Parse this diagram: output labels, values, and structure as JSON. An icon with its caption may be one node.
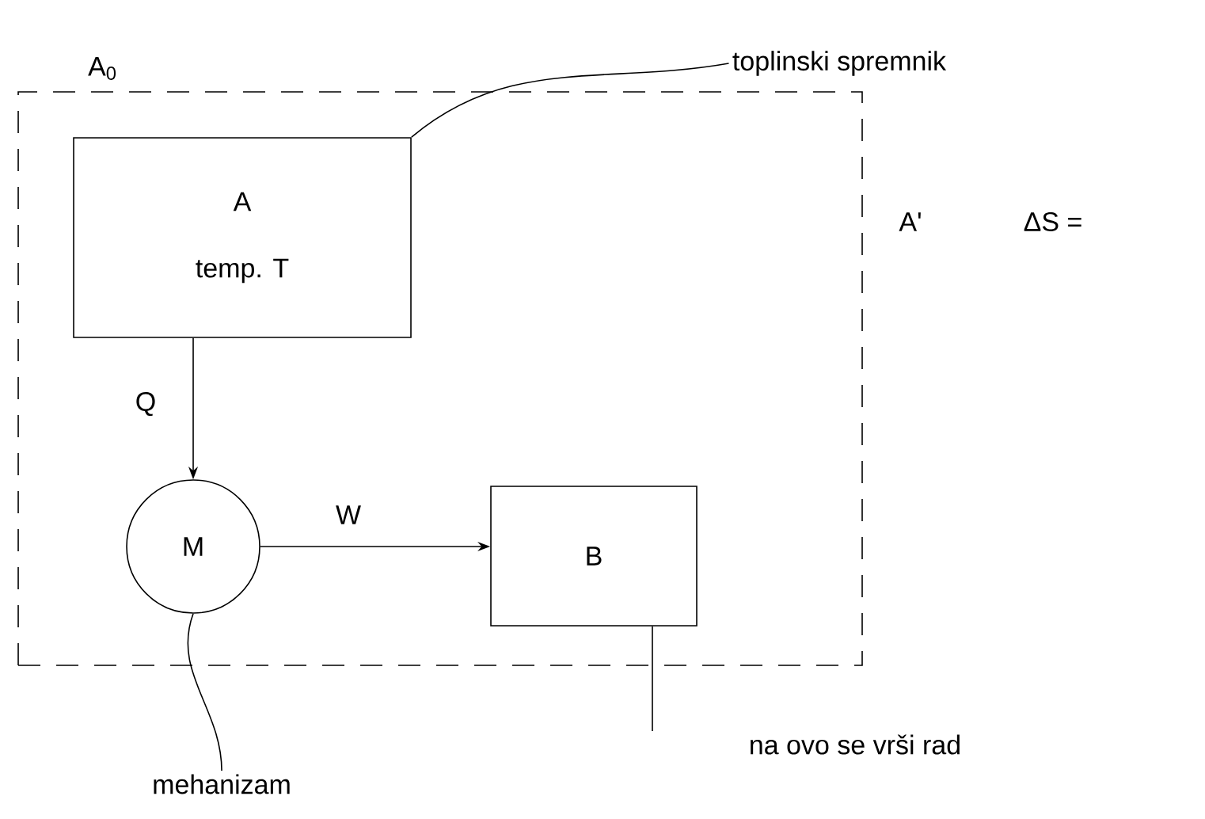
{
  "diagram": {
    "nodes": [
      {
        "text": [
          "A$_{0}$"
        ]
      },
      {
        "text": [
          "A",
          "temp. T"
        ],
        "in": 0
      },
      {
        "text": [
          "M"
        ],
        "in": 0
      },
      {
        "text": [
          "B"
        ],
        "in": 0
      },
      {
        "text": [
          "toplinski spremnik"
        ]
      },
      {
        "text": [
          "mehanizam"
        ]
      },
      {
        "text": [
          "na ovo se vrši rad"
        ]
      }
    ],
    "edges": [
      {
        "from": 1,
        "to": 2,
        "arrow": "to",
        "label": "Q"
      },
      {
        "from": 2,
        "to": 3,
        "arrow": "to",
        "label": "W"
      },
      {
        "from": 4,
        "to": 1,
        "arrow": "none"
      },
      {
        "from": 5,
        "to": 2,
        "arrow": "none"
      },
      {
        "from": 6,
        "to": 3,
        "arrow": "none"
      }
    ],
    "labels": [
      "A'",
      "ΔS ="
    ]
  }
}
